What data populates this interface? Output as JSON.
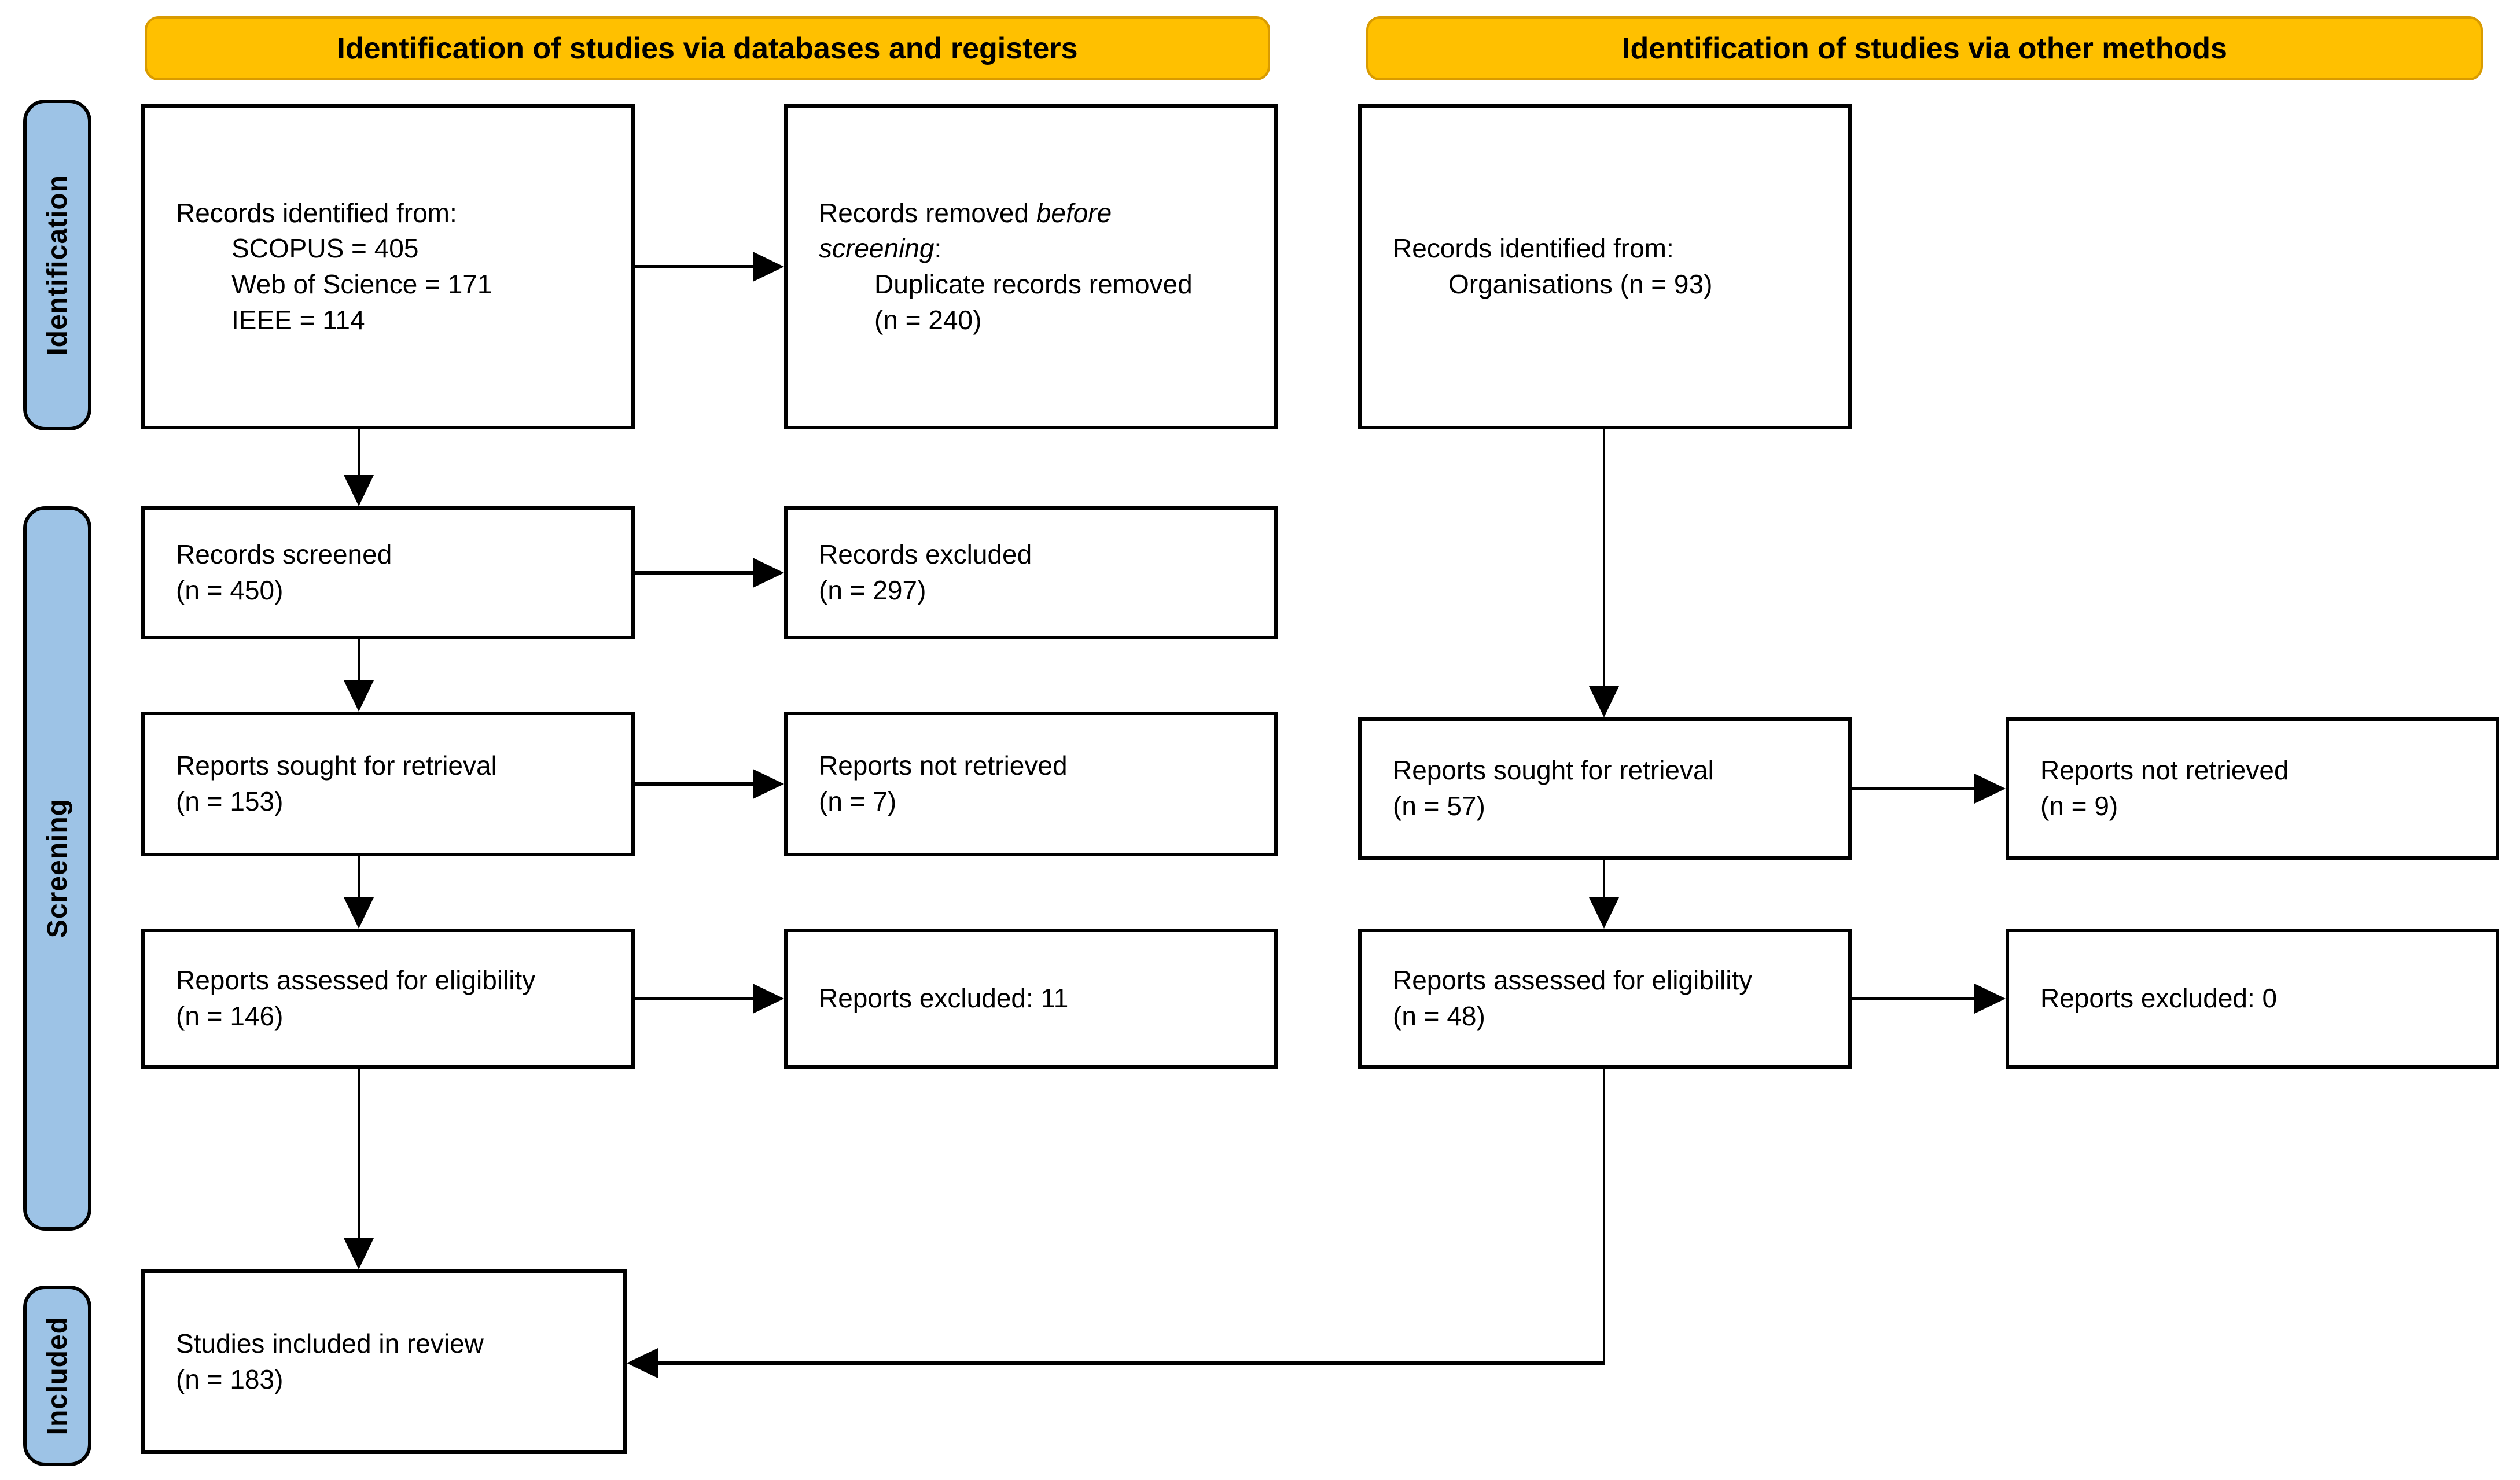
{
  "banners": {
    "databases": "Identification of studies via databases and registers",
    "other": "Identification of studies via other methods"
  },
  "stages": {
    "identification": "Identification",
    "screening": "Screening",
    "included": "Included"
  },
  "colors": {
    "banner": "#FFC000",
    "banner_border": "#D99B00",
    "stage_fill": "#9DC3E6",
    "box_border": "#000000"
  },
  "boxes": {
    "records_identified_db": {
      "line1": "Records identified from:",
      "line2": "SCOPUS = 405",
      "line3": "Web of Science = 171",
      "line4": "IEEE = 114"
    },
    "records_removed": {
      "line1_pre": "Records removed ",
      "line1_italic": "before",
      "line2_italic": "screening",
      "line2_post": ":",
      "line3": "Duplicate records removed",
      "line4": "(n = 240)"
    },
    "records_identified_other": {
      "line1": "Records identified from:",
      "line2": "Organisations (n = 93)"
    },
    "records_screened": {
      "line1": "Records screened",
      "line2": "(n = 450)"
    },
    "records_excluded": {
      "line1": "Records excluded",
      "line2": "(n = 297)"
    },
    "reports_sought_db": {
      "line1": "Reports sought for retrieval",
      "line2": "(n = 153)"
    },
    "reports_not_retrieved_db": {
      "line1": "Reports not retrieved",
      "line2": "(n = 7)"
    },
    "reports_assessed_db": {
      "line1": "Reports assessed for eligibility",
      "line2": "(n = 146)"
    },
    "reports_excluded_db": {
      "line1": "Reports excluded: 11"
    },
    "reports_sought_other": {
      "line1": "Reports sought for retrieval",
      "line2": "(n = 57)"
    },
    "reports_not_retrieved_other": {
      "line1": "Reports not retrieved",
      "line2": "(n = 9)"
    },
    "reports_assessed_other": {
      "line1": "Reports assessed for eligibility",
      "line2": "(n = 48)"
    },
    "reports_excluded_other": {
      "line1": "Reports excluded: 0"
    },
    "studies_included": {
      "line1": "Studies included in review",
      "line2": "(n = 183)"
    }
  }
}
